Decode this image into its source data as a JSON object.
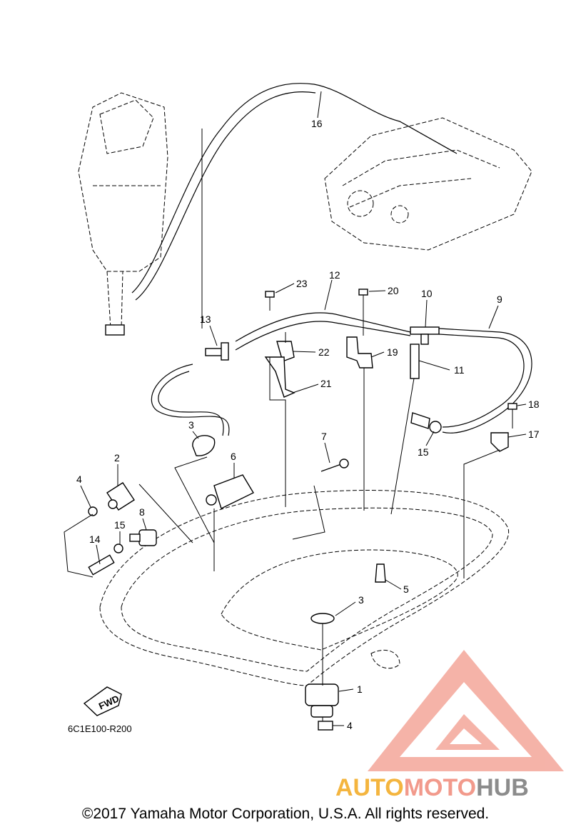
{
  "diagram": {
    "callouts": [
      {
        "id": "c16",
        "label": "16"
      },
      {
        "id": "c23",
        "label": "23"
      },
      {
        "id": "c12",
        "label": "12"
      },
      {
        "id": "c20",
        "label": "20"
      },
      {
        "id": "c10",
        "label": "10"
      },
      {
        "id": "c9",
        "label": "9"
      },
      {
        "id": "c13",
        "label": "13"
      },
      {
        "id": "c22",
        "label": "22"
      },
      {
        "id": "c19",
        "label": "19"
      },
      {
        "id": "c11",
        "label": "11"
      },
      {
        "id": "c21",
        "label": "21"
      },
      {
        "id": "c18",
        "label": "18"
      },
      {
        "id": "c17",
        "label": "17"
      },
      {
        "id": "c15a",
        "label": "15"
      },
      {
        "id": "c3a",
        "label": "3"
      },
      {
        "id": "c7",
        "label": "7"
      },
      {
        "id": "c2",
        "label": "2"
      },
      {
        "id": "c6",
        "label": "6"
      },
      {
        "id": "c4a",
        "label": "4"
      },
      {
        "id": "c8",
        "label": "8"
      },
      {
        "id": "c15b",
        "label": "15"
      },
      {
        "id": "c14",
        "label": "14"
      },
      {
        "id": "c5",
        "label": "5"
      },
      {
        "id": "c3b",
        "label": "3"
      },
      {
        "id": "c1",
        "label": "1"
      },
      {
        "id": "c4b",
        "label": "4"
      }
    ],
    "fwd_label": "FWD",
    "reference_code": "6C1E100-R200"
  },
  "watermark": {
    "part1": "AUTO",
    "part2": "MOTO",
    "part3": "HUB",
    "colors": {
      "auto": "#f4b53f",
      "moto": "#f29a8c",
      "hub": "#8c8c8c"
    }
  },
  "footer": {
    "copyright": "©2017 Yamaha Motor Corporation, U.S.A. All rights reserved."
  }
}
